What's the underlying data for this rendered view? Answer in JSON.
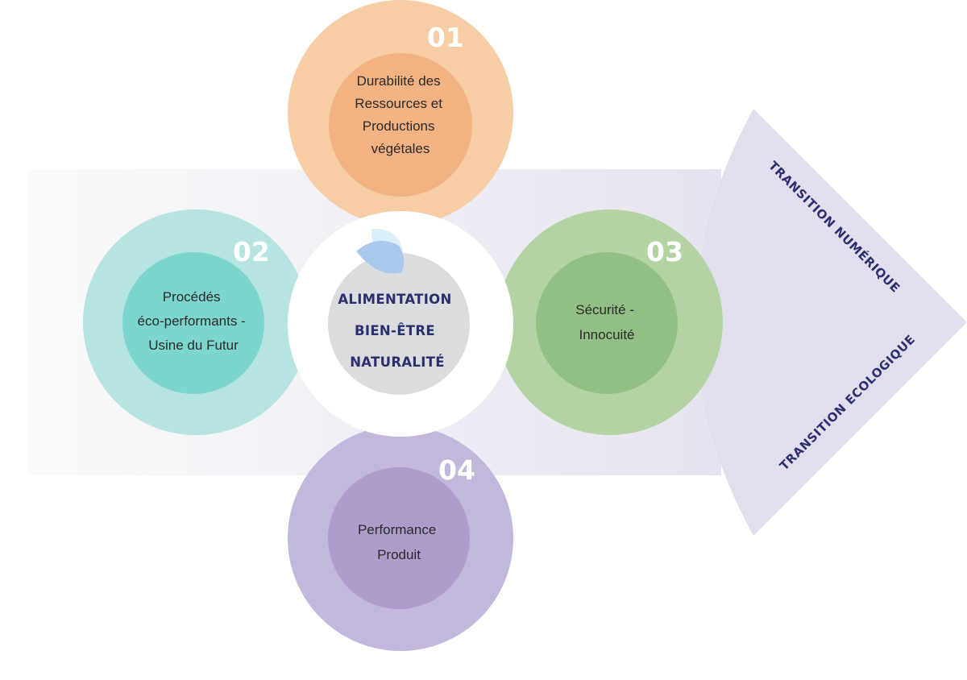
{
  "center": {
    "lines": [
      "ALIMENTATION",
      "BIEN-ÊTRE",
      "NATURALITÉ"
    ],
    "icon": "leaf-petals-icon",
    "outer_color": "#ffffff",
    "inner_color": "#dadcdd",
    "text_color": "#2b2f6e",
    "icon_colors": [
      "#dbeffa",
      "#a9c8ec"
    ]
  },
  "themes": [
    {
      "id": "theme-01",
      "number": "01",
      "lines": [
        "Durabilité des",
        "Ressources et",
        "Productions",
        "végétales"
      ],
      "position": "top",
      "outer_color": "#f7cda6",
      "inner_color": "#f2b282"
    },
    {
      "id": "theme-02",
      "number": "02",
      "lines": [
        "Procédés",
        "éco-performants -",
        "Usine du Futur"
      ],
      "position": "left",
      "outer_color": "#b5e4e1",
      "inner_color": "#7dd6cd"
    },
    {
      "id": "theme-03",
      "number": "03",
      "lines": [
        "Sécurité -",
        "Innocuité"
      ],
      "position": "right",
      "outer_color": "#b4d3a2",
      "inner_color": "#92bf84"
    },
    {
      "id": "theme-04",
      "number": "04",
      "lines": [
        "Performance",
        "Produit"
      ],
      "position": "bottom",
      "outer_color": "#c3b8dc",
      "inner_color": "#ae9dca"
    }
  ],
  "arrow": {
    "band_colors": [
      "#fafafb",
      "#e6e4f0"
    ],
    "head_color": "#e1dfee",
    "labels": [
      "TRANSITION NUMÉRIQUE",
      "TRANSITION ECOLOGIQUE"
    ]
  }
}
